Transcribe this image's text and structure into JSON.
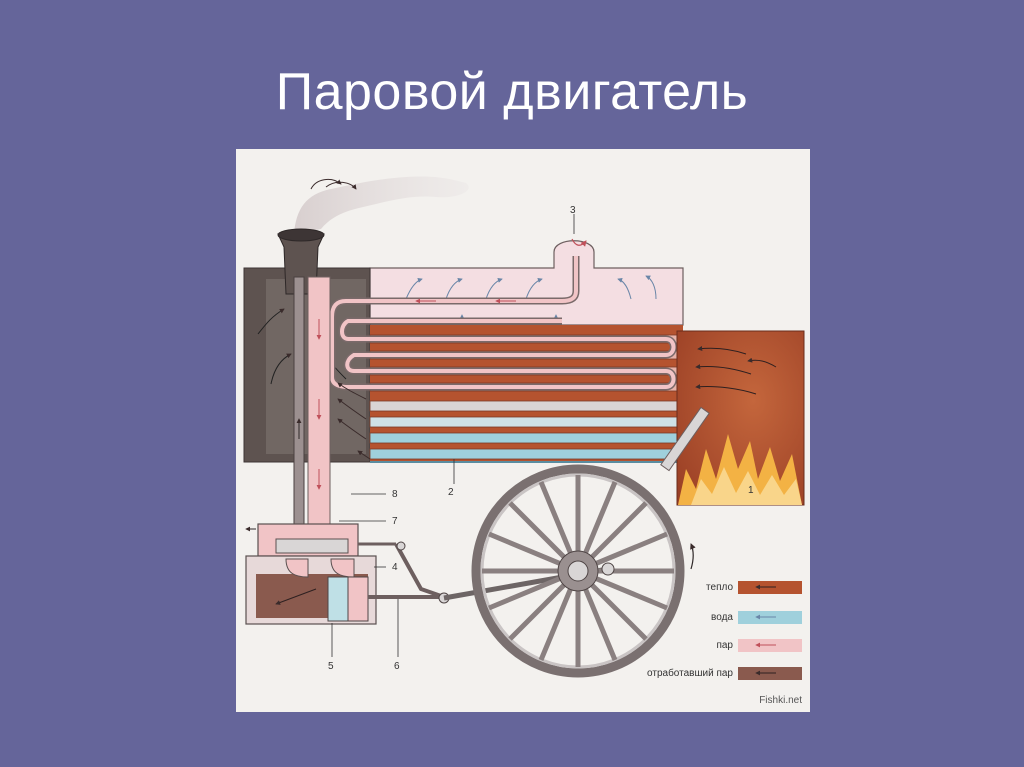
{
  "slide": {
    "title": "Паровой двигатель"
  },
  "diagram": {
    "part_numbers": [
      "1",
      "2",
      "3",
      "4",
      "5",
      "6",
      "7",
      "8"
    ],
    "legend": [
      {
        "label": "тепло",
        "color": "#b5532f"
      },
      {
        "label": "вода",
        "color": "#9fd0dc"
      },
      {
        "label": "пар",
        "color": "#f1c4c6"
      },
      {
        "label": "отработавший пар",
        "color": "#8a5a4e"
      }
    ],
    "credit": "Fishki.net",
    "colors": {
      "heat": "#b5532f",
      "water": "#9fd0dc",
      "steam": "#f1c4c6",
      "exhaust": "#8a5a4e",
      "firebox": "#a8472a",
      "flame": "#f3b244",
      "chimney": "#5e5350",
      "metal": "#d9d6d6"
    }
  }
}
